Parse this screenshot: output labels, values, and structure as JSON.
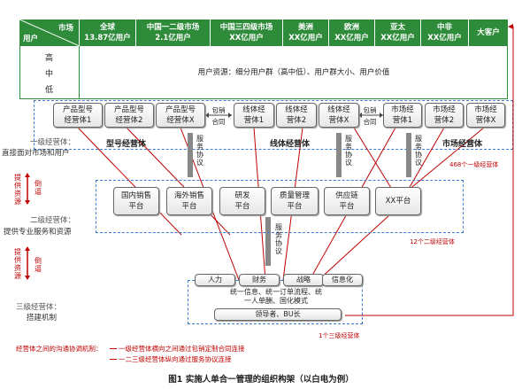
{
  "header": {
    "corner_top": "市场",
    "corner_bottom": "用户",
    "markets": [
      {
        "l1": "全球",
        "l2": "13.87亿用户"
      },
      {
        "l1": "中国一二级市场",
        "l2": "2.1亿用户"
      },
      {
        "l1": "中国三四级市场",
        "l2": "XX亿用户"
      },
      {
        "l1": "美洲",
        "l2": "XX亿用户"
      },
      {
        "l1": "欧洲",
        "l2": "XX亿用户"
      },
      {
        "l1": "亚太",
        "l2": "XX亿用户"
      },
      {
        "l1": "中非",
        "l2": "XX亿用户"
      },
      {
        "l1": "大客户",
        "l2": ""
      }
    ],
    "user_levels": [
      "高",
      "中",
      "低"
    ],
    "user_resource": "用户资源：细分用户群（高中低）、用户群大小、用户价值"
  },
  "level1": {
    "product_units": [
      {
        "l1": "产品型号",
        "l2": "经营体1"
      },
      {
        "l1": "产品型号",
        "l2": "经营体2"
      },
      {
        "l1": "产品型号",
        "l2": "经营体X"
      }
    ],
    "line_units": [
      {
        "l1": "线体经",
        "l2": "营体1"
      },
      {
        "l1": "线体经",
        "l2": "营体2"
      },
      {
        "l1": "线体经",
        "l2": "营体X"
      }
    ],
    "market_units": [
      {
        "l1": "市场经",
        "l2": "营体1"
      },
      {
        "l1": "市场经",
        "l2": "营体2"
      },
      {
        "l1": "市场经",
        "l2": "营体X"
      }
    ],
    "contract_label_a": [
      "包销",
      "合同"
    ],
    "contract_label_b": [
      "包销",
      "合同"
    ],
    "group_product": "型号经营体",
    "group_line": "线体经营体",
    "group_market": "市场经营体",
    "count_label": "468个一级经营体",
    "left_title": "一级经营体：",
    "left_desc": "直接面对市场和用户"
  },
  "service_protocol": [
    "服",
    "务",
    "协",
    "议"
  ],
  "support_left": [
    "提",
    "供",
    "资",
    "源"
  ],
  "support_right": [
    "倒",
    "逼"
  ],
  "level2": {
    "platforms": [
      {
        "l1": "国内销售",
        "l2": "平台"
      },
      {
        "l1": "海外销售",
        "l2": "平台"
      },
      {
        "l1": "研发",
        "l2": "平台"
      },
      {
        "l1": "质量管理",
        "l2": "平台"
      },
      {
        "l1": "供应链",
        "l2": "平台"
      },
      {
        "l1": "XX平台",
        "l2": ""
      }
    ],
    "count_label": "12个二级经营体",
    "left_title": "二级经营体：",
    "left_desc": "提供专业服务和资源"
  },
  "level3": {
    "tabs": [
      "人力",
      "财务",
      "战略",
      "信息化"
    ],
    "desc_line1": "统一信息、统一订单流程、统",
    "desc_line2": "一人单酬、国化模式",
    "leader": "领导者、BU长",
    "count_label": "1个三级经营体",
    "left_title": "三级经营体：",
    "left_desc": "搭建机制"
  },
  "footer": {
    "note_title": "经营体之间的沟通协调机制：",
    "note_line1": "一级经营体横向之间通过包销定制合同连接",
    "note_line2": "一二三级经营体纵向通过服务协议连接",
    "caption": "图1  实施人单合一管理的组织构架（以白电为例）"
  },
  "colors": {
    "header_green": "#2e8b3a",
    "row_green_border": "#2e8b3a",
    "dashed_blue": "#3a7bd5",
    "connector_red": "#c00000"
  }
}
